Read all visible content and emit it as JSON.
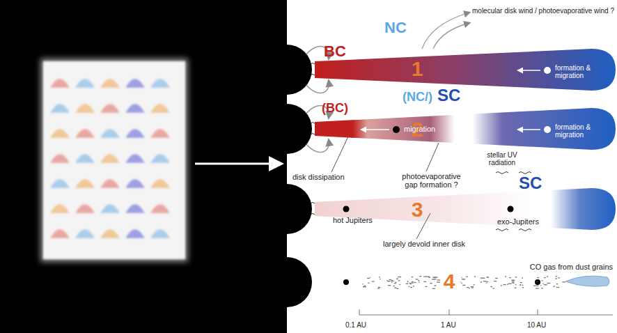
{
  "diagram": {
    "nodes": [
      {
        "text": [
          "1"
        ]
      },
      {
        "text": [
          "2"
        ]
      },
      {
        "text": [
          "3"
        ]
      },
      {
        "text": [
          "4"
        ]
      }
    ],
    "labels": [
      "molecular disk wind / photoevaporative wind ?",
      "BC",
      "NC",
      "formation & migration",
      "(BC)",
      "(NC/)",
      "SC",
      "migration",
      "formation & migration",
      "disk dissipation",
      "photoevaporative gap formation ?",
      "stellar UV radiation",
      "SC",
      "hot Jupiters",
      "exo-Jupiters",
      "largely devoid inner disk",
      "CO gas from dust grains",
      "0.1 AU",
      "1 AU",
      "10 AU"
    ]
  }
}
